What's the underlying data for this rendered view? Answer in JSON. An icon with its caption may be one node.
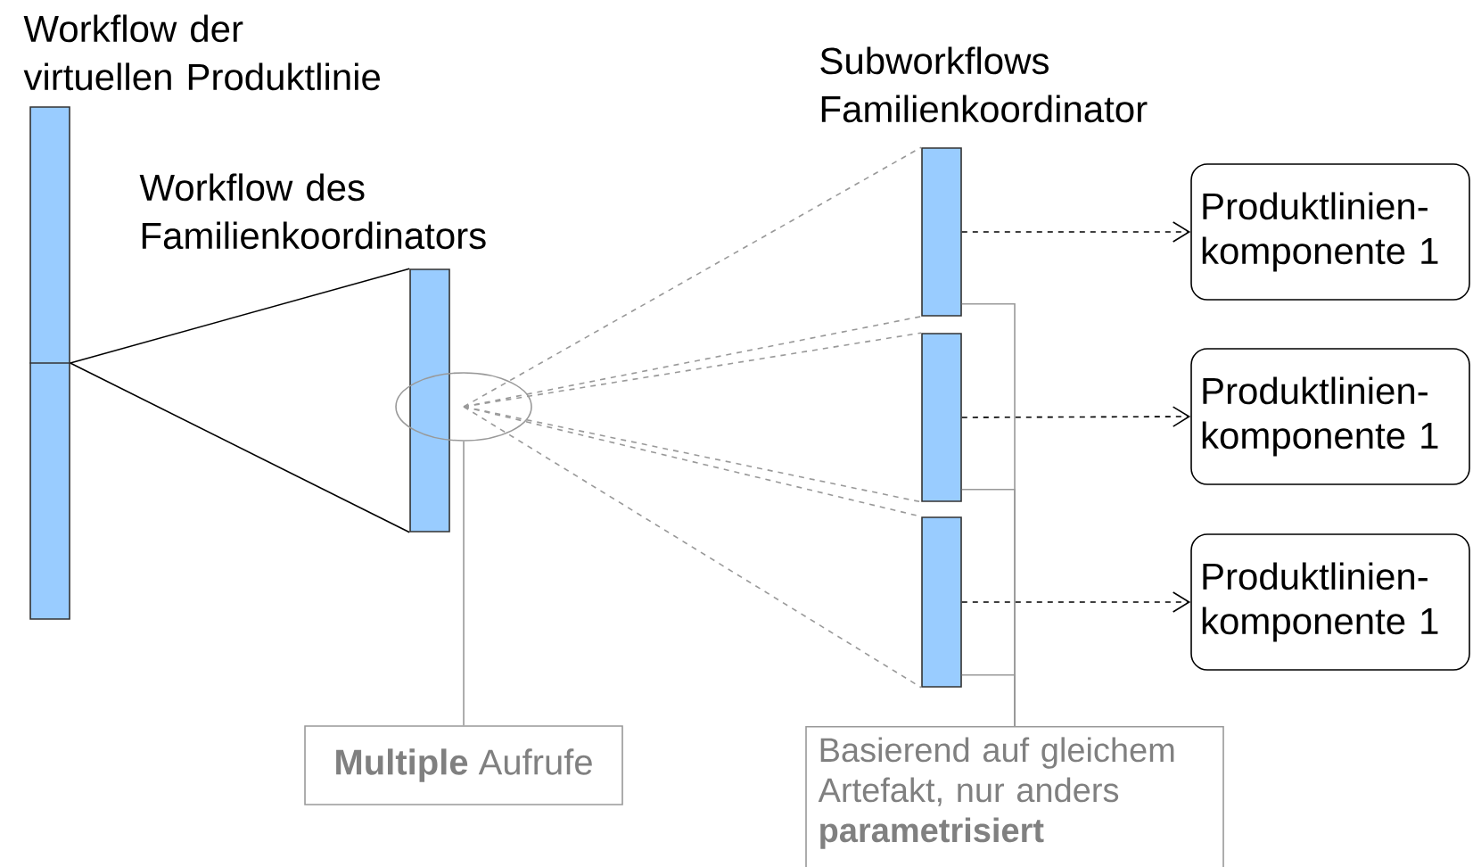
{
  "diagram": {
    "nodes": [
      {
        "text": [
          "Workflow der virtuellen Produktlinie"
        ]
      },
      {
        "text": [
          "Workflow des Familienkoordinators"
        ]
      },
      {
        "text": [],
        "shape": "ellipse"
      },
      {
        "text": [],
        "shape": "bar"
      },
      {
        "text": [],
        "shape": "bar"
      },
      {
        "text": [],
        "shape": "bar"
      },
      {
        "text": [
          "Produktlinien- komponente 1"
        ]
      },
      {
        "text": [
          "Produktlinien- komponente 1"
        ]
      },
      {
        "text": [
          "Produktlinien- komponente 1"
        ]
      },
      {
        "text": [
          "**Multiple** Aufrufe"
        ]
      },
      {
        "text": [
          "Basierend auf gleichem Artefakt, nur anders **parametrisiert**"
        ]
      }
    ],
    "edges": [
      {
        "from": 0,
        "to": 1,
        "arrow": "none",
        "color": "#000000"
      },
      {
        "from": 0,
        "to": 1,
        "arrow": "none",
        "color": "#000000"
      },
      {
        "from": 2,
        "to": 3,
        "arrow": "none",
        "style": "dashed",
        "color": "#999999"
      },
      {
        "from": 2,
        "to": 3,
        "arrow": "none",
        "style": "dashed",
        "color": "#999999"
      },
      {
        "from": 2,
        "to": 4,
        "arrow": "none",
        "style": "dashed",
        "color": "#999999"
      },
      {
        "from": 2,
        "to": 4,
        "arrow": "none",
        "style": "dashed",
        "color": "#999999"
      },
      {
        "from": 2,
        "to": 5,
        "arrow": "none",
        "style": "dashed",
        "color": "#999999"
      },
      {
        "from": 2,
        "to": 5,
        "arrow": "none",
        "style": "dashed",
        "color": "#999999"
      },
      {
        "from": 3,
        "to": 6,
        "arrow": "to",
        "style": "dashed",
        "color": "#000000"
      },
      {
        "from": 4,
        "to": 7,
        "arrow": "to",
        "style": "dashed",
        "color": "#000000"
      },
      {
        "from": 5,
        "to": 8,
        "arrow": "to",
        "style": "dashed",
        "color": "#000000"
      },
      {
        "from": 9,
        "to": 2,
        "arrow": "none",
        "color": "#999999"
      },
      {
        "from": 10,
        "to": 3,
        "arrow": "none",
        "color": "#999999"
      },
      {
        "from": 10,
        "to": 4,
        "arrow": "none",
        "color": "#999999"
      },
      {
        "from": 10,
        "to": 5,
        "arrow": "none",
        "color": "#999999"
      }
    ],
    "labels": [
      "Subworkflows Familienkoordinator"
    ]
  }
}
